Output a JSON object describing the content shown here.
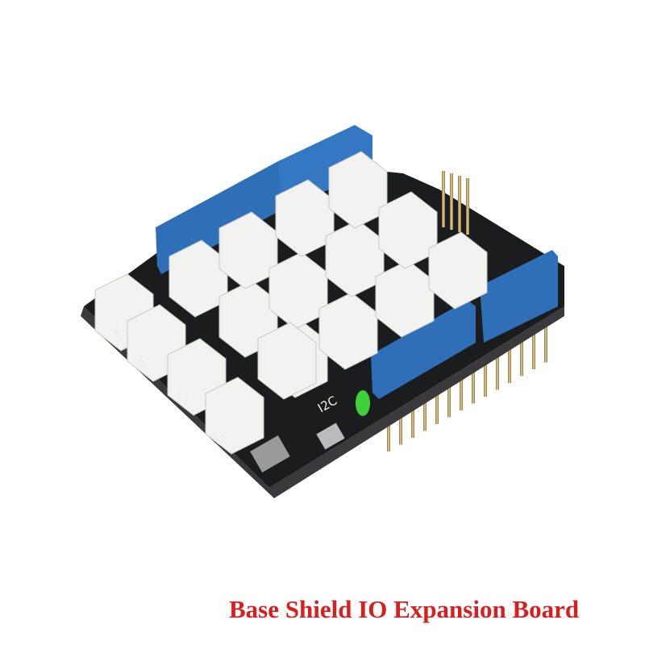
{
  "product": {
    "caption": "Base Shield IO Expansion Board",
    "board_labels": [
      "A3",
      "A2",
      "A1",
      "A0",
      "I2C"
    ]
  },
  "colors": {
    "caption": "#d81e1e",
    "pcb": "#1b1c1e",
    "header_blue": "#2f6fb8",
    "connector_white": "#f2f2f0",
    "led_green": "#3ecf3a",
    "pin_gold": "#c9a25a"
  }
}
